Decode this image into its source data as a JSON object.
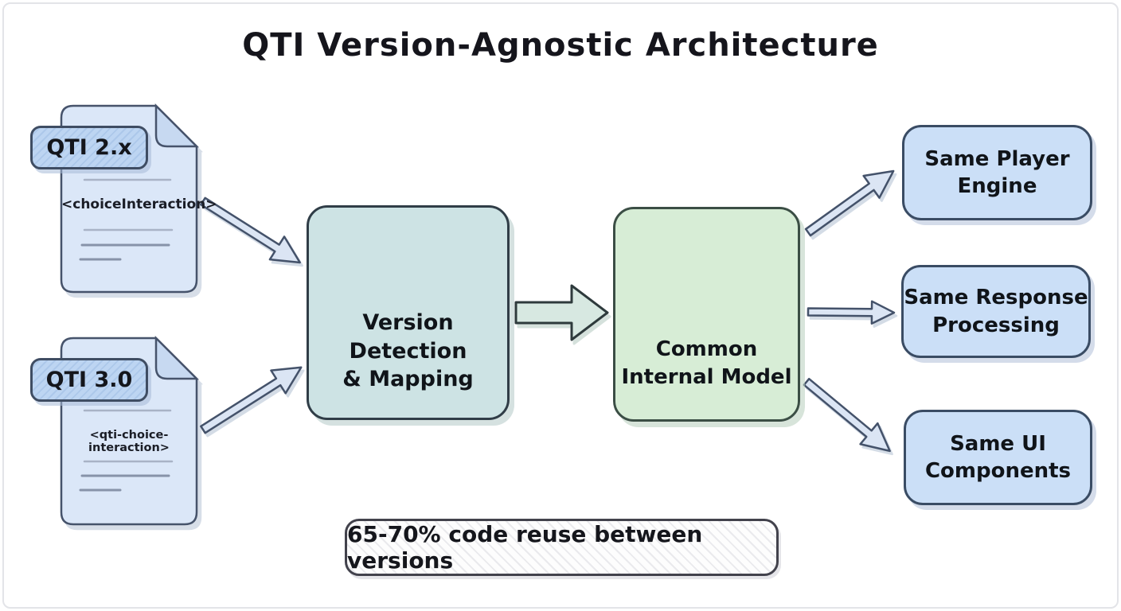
{
  "title": "QTI Version-Agnostic Architecture",
  "sources": [
    {
      "badge": "QTI 2.x",
      "tag": "<choiceInteraction>",
      "icon": "document-icon"
    },
    {
      "badge": "QTI 3.0",
      "tag": "<qti-choice-interaction>",
      "icon": "document-icon"
    }
  ],
  "process_box": {
    "label": "Version Detection\n& Mapping",
    "icon": "gears-icon"
  },
  "model_box": {
    "label": "Common\nInternal Model",
    "icon": "data-model-icon"
  },
  "outputs": [
    {
      "label": "Same Player\nEngine"
    },
    {
      "label": "Same Response\nProcessing"
    },
    {
      "label": "Same UI\nComponents"
    }
  ],
  "banner": {
    "text": "65-70% code reuse between versions"
  },
  "colors": {
    "document_fill": "#dbe7f8",
    "document_fold": "#c7d9f1",
    "badge_fill": "#bdd5f2",
    "process_box_fill": "#cde3e4",
    "model_box_fill": "#d7edd6",
    "output_box_fill": "#cbdff7",
    "arrow_fill": "#dbe5f4",
    "big_arrow_fill": "#d7e8e1",
    "banner_fill": "#fdfdfd",
    "ink": "#15161c",
    "border_blue": "#3a4c64",
    "border_teal": "#303d47",
    "border_green": "#3b4e45"
  }
}
